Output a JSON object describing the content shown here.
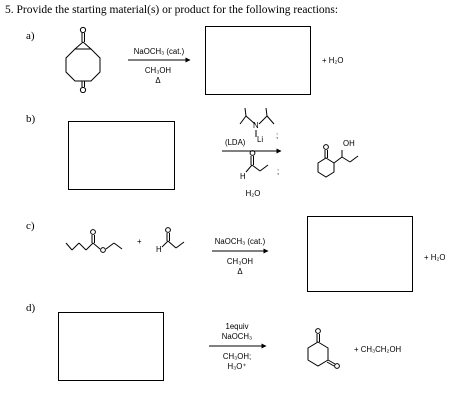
{
  "question": {
    "title": "5. Provide the starting material(s) or product for the following reactions:"
  },
  "parts": [
    {
      "label": "a)",
      "reagents_above": [
        "NaOCH₃ (cat.)"
      ],
      "reagents_below": [
        "CH₃OH",
        "Δ"
      ],
      "byproduct": "+ H₂O"
    },
    {
      "label": "b)",
      "reagent_atoms": {
        "N": "N",
        "Li": "Li",
        "H": "H",
        "OH": "OH"
      },
      "reagents_above": [
        "(LDA)"
      ],
      "reagents_below": [
        "H₂O"
      ],
      "separators": [
        ";",
        ";"
      ]
    },
    {
      "label": "c)",
      "plus": "+",
      "reagent_atoms": {
        "H": "H"
      },
      "reagents_above": [
        "NaOCH₃ (cat.)"
      ],
      "reagents_below": [
        "CH₃OH",
        "Δ"
      ],
      "byproduct": "+ H₂O"
    },
    {
      "label": "d)",
      "reagents_above": [
        "1equiv",
        "NaOCH₃"
      ],
      "reagents_below": [
        "CH₃OH;",
        "H₃O⁺"
      ],
      "byproduct": "+ CH₃CH₂OH"
    }
  ]
}
